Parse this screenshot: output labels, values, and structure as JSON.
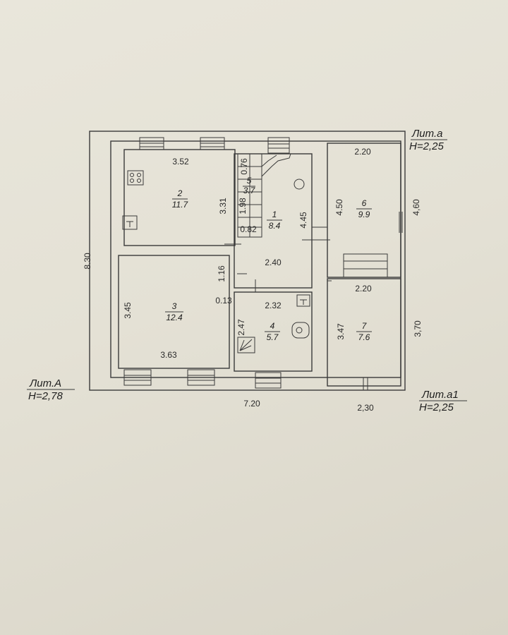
{
  "labels": {
    "lit_a": "Лит.а",
    "h_a": "H=2,25",
    "lit_A": "Лит.А",
    "h_A": "H=2,78",
    "lit_a1": "Лит.а1",
    "h_a1": "H=2,25"
  },
  "rooms": [
    {
      "num": "2",
      "area": "11.7"
    },
    {
      "num": "1",
      "area": "8.4"
    },
    {
      "num": "5",
      "area": "3.7"
    },
    {
      "num": "6",
      "area": "9.9"
    },
    {
      "num": "3",
      "area": "12.4"
    },
    {
      "num": "4",
      "area": "5.7"
    },
    {
      "num": "7",
      "area": "7.6"
    }
  ],
  "dimensions": {
    "overall_width": "7.20",
    "overall_height": "8.30",
    "room2_width": "3.52",
    "room2_height": "3.31",
    "stair_076": "0.76",
    "stair_198": "1.98",
    "stair_082": "0.82",
    "room1_height": "4.45",
    "hall_width": "2.40",
    "d_116": "1.16",
    "d_013": "0.13",
    "room3_height": "3.45",
    "room3_width": "3.63",
    "room4_width": "2.32",
    "room4_height": "2.47",
    "room6_width": "2.20",
    "room6_height": "4.50",
    "right_460": "4,60",
    "room7_width": "2.20",
    "room7_height": "3.47",
    "right_370": "3,70",
    "bottom_230": "2,30"
  }
}
